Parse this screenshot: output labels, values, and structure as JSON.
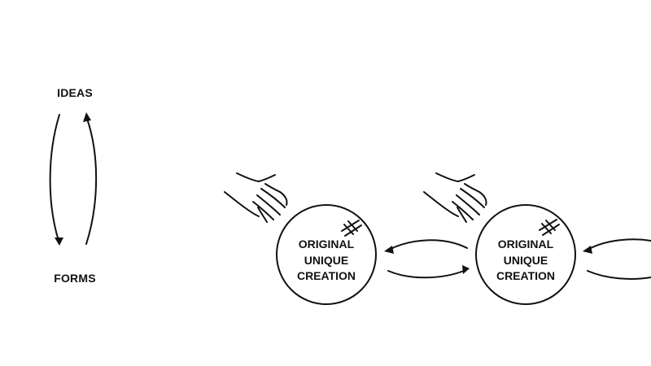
{
  "labels": {
    "ideas": "IDEAS",
    "forms": "FORMS"
  },
  "creations": [
    {
      "lines": [
        "ORIGINAL",
        "UNIQUE",
        "CREATION"
      ]
    },
    {
      "lines": [
        "ORIGINAL",
        "UNIQUE",
        "CREATION"
      ]
    }
  ],
  "icons": [
    "handshake-hand-icon",
    "hashtag-icon",
    "curved-arrow-icon"
  ],
  "colors": {
    "ink": "#111111",
    "background": "#ffffff"
  }
}
